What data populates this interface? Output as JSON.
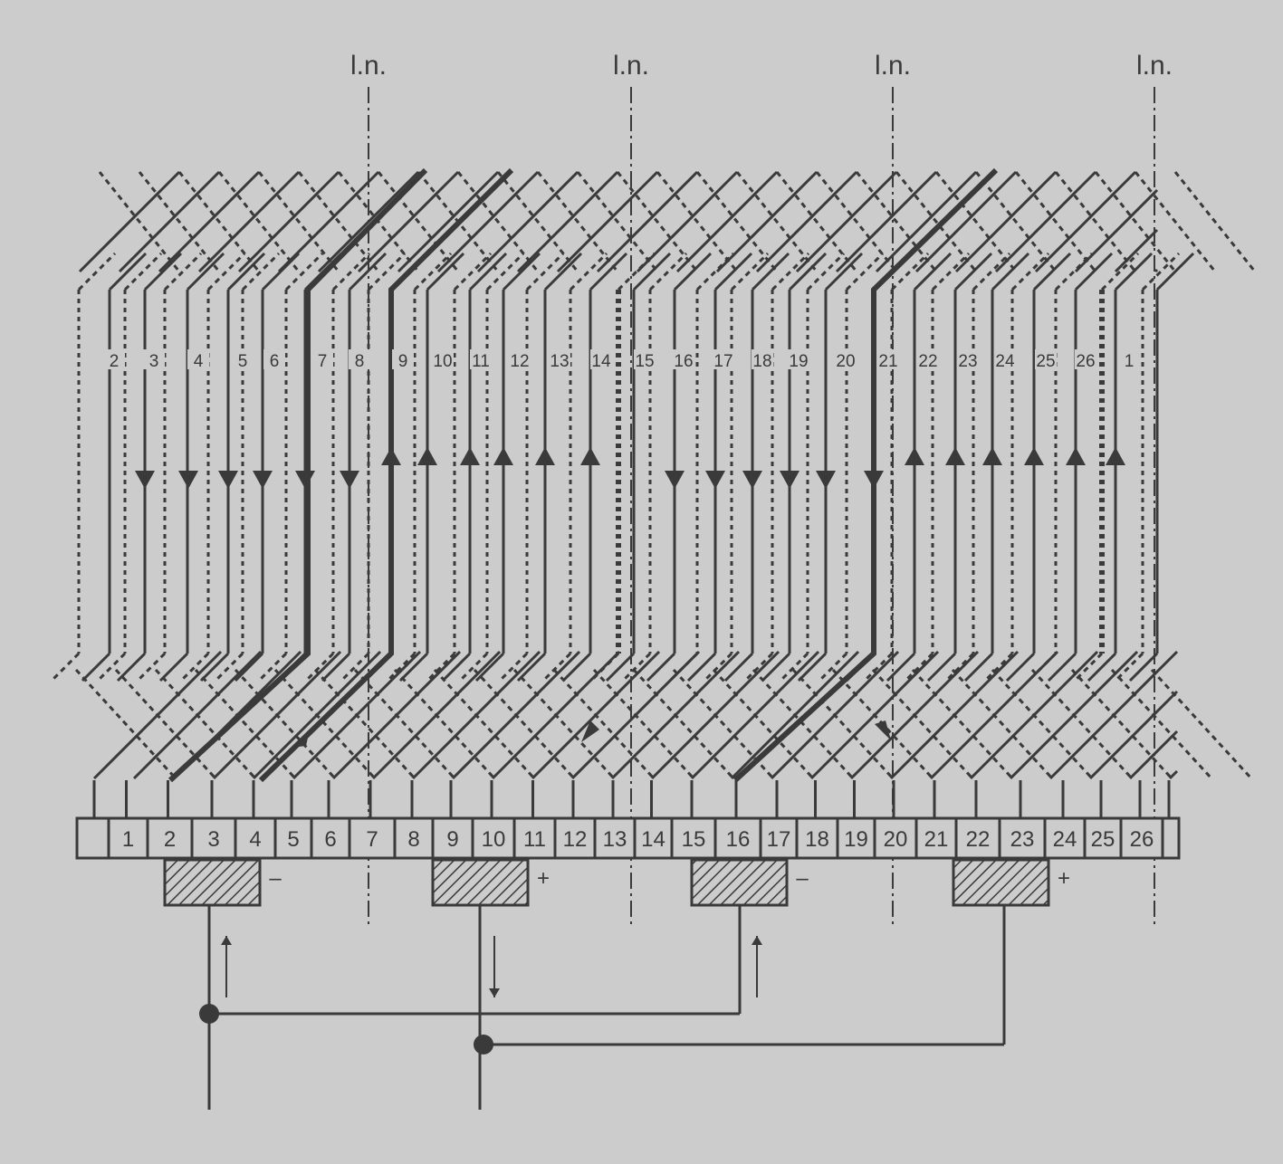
{
  "diagram": {
    "neutral_line_label": "l.n.",
    "slot_labels": [
      "2",
      "3",
      "4",
      "5",
      "6",
      "7",
      "8",
      "9",
      "10",
      "11",
      "12",
      "13",
      "14",
      "15",
      "16",
      "17",
      "18",
      "19",
      "20",
      "21",
      "22",
      "23",
      "24",
      "25",
      "26",
      "1"
    ],
    "commutator_segments": [
      "1",
      "2",
      "3",
      "4",
      "5",
      "6",
      "7",
      "8",
      "9",
      "10",
      "11",
      "12",
      "13",
      "14",
      "15",
      "16",
      "17",
      "18",
      "19",
      "20",
      "21",
      "22",
      "23",
      "24",
      "25",
      "26"
    ],
    "brushes": [
      {
        "polarity": "–"
      },
      {
        "polarity": "+"
      },
      {
        "polarity": "–"
      },
      {
        "polarity": "+"
      }
    ],
    "colors": {
      "background": "#cccccc",
      "ink": "#3a3a3a"
    }
  }
}
